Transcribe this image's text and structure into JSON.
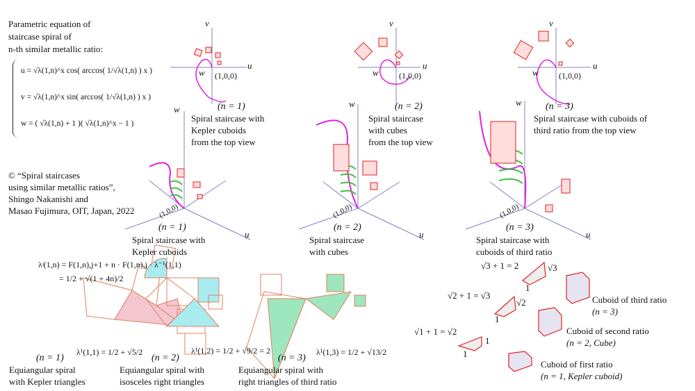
{
  "intro": {
    "lines": [
      "Parametric equation of",
      "staircase spiral of",
      "n-th similar metallic ratio:"
    ],
    "eq_u": "u = √λ(1,n)^x cos( arccos( 1/√λ(1,n) ) x )",
    "eq_v": "v = √λ(1,n)^x sin( arccos( 1/√λ(1,n) ) x )",
    "eq_w": "w = ( √λ(1,n) + 1 )( √λ(1,n)^x − 1 )"
  },
  "copyright": [
    "© “Spiral staircases",
    "using similar metallic ratios”,",
    "Shingo Nakanishi and",
    "Masao Fujimura, OIT, Japan, 2022"
  ],
  "axes": {
    "u": "u",
    "v": "v",
    "w": "w",
    "point": "(1,0,0)"
  },
  "top_views": [
    {
      "n": "(n = 1)",
      "caption": [
        "Spiral staircase with",
        "Kepler cuboids",
        "from the top view"
      ]
    },
    {
      "n": "(n = 2)",
      "caption": [
        "Spiral staircase",
        "with cubes",
        "from the top view"
      ]
    },
    {
      "n": "(n = 3)",
      "caption": [
        "Spiral staircase with cuboids of",
        "third ratio from the top view"
      ]
    }
  ],
  "views_3d": [
    {
      "n": "(n = 1)",
      "caption": [
        "Spiral staircase with",
        "Kepler cuboids"
      ]
    },
    {
      "n": "(n = 2)",
      "caption": [
        "Spiral staircase",
        "with cubes"
      ]
    },
    {
      "n": "(n = 3)",
      "caption": [
        "Spiral staircase with",
        "cuboids of third ratio"
      ]
    }
  ],
  "lambda_formula": [
    "λʲ(1,n) = F(1,n),j+1 + n · F(1,n),j · λ⁻¹(1,1)",
    "= 1/2 + √(1 + 4n)/2"
  ],
  "spirals": [
    {
      "n": "(n = 1)",
      "lambda": "λ¹(1,1) = 1/2 + √5/2",
      "caption": [
        "Equiangular  spiral",
        "with Kepler triangles"
      ],
      "fill": "#f4c6cf"
    },
    {
      "n": "(n = 2)",
      "lambda": "λ¹(1,2) = 1/2 + √9/2 = 2",
      "caption": [
        "Equiangular  spiral with",
        "isosceles right  triangles"
      ],
      "fill": "#a8ecf0"
    },
    {
      "n": "(n = 3)",
      "lambda": "λ¹(1,3) = 1/2 + √13/2",
      "caption": [
        "Equiangular  spiral with",
        "right triangles  of third ratio"
      ],
      "fill": "#9ee6bd"
    }
  ],
  "triangles": [
    {
      "eq": "√3 + 1 = 2",
      "side": "√3",
      "base": "1"
    },
    {
      "eq": "√2 + 1 = √3",
      "side": "√2",
      "base": "1"
    },
    {
      "eq": "√1 + 1 = √2",
      "side": "1",
      "base": "1"
    }
  ],
  "cuboids": [
    {
      "label": "Cuboid of third ratio",
      "n": "(n = 3)"
    },
    {
      "label": "Cuboid of second ratio",
      "n": "(n = 2, Cube)"
    },
    {
      "label": "Cuboid of first ratio",
      "n": "(n = 1, Kepler cuboid)"
    }
  ],
  "colors": {
    "axis": "#8080c0",
    "spiral": "#e020e0",
    "cuboid": "#e02020",
    "stairs": "#40c040",
    "edge": "#e08060"
  }
}
